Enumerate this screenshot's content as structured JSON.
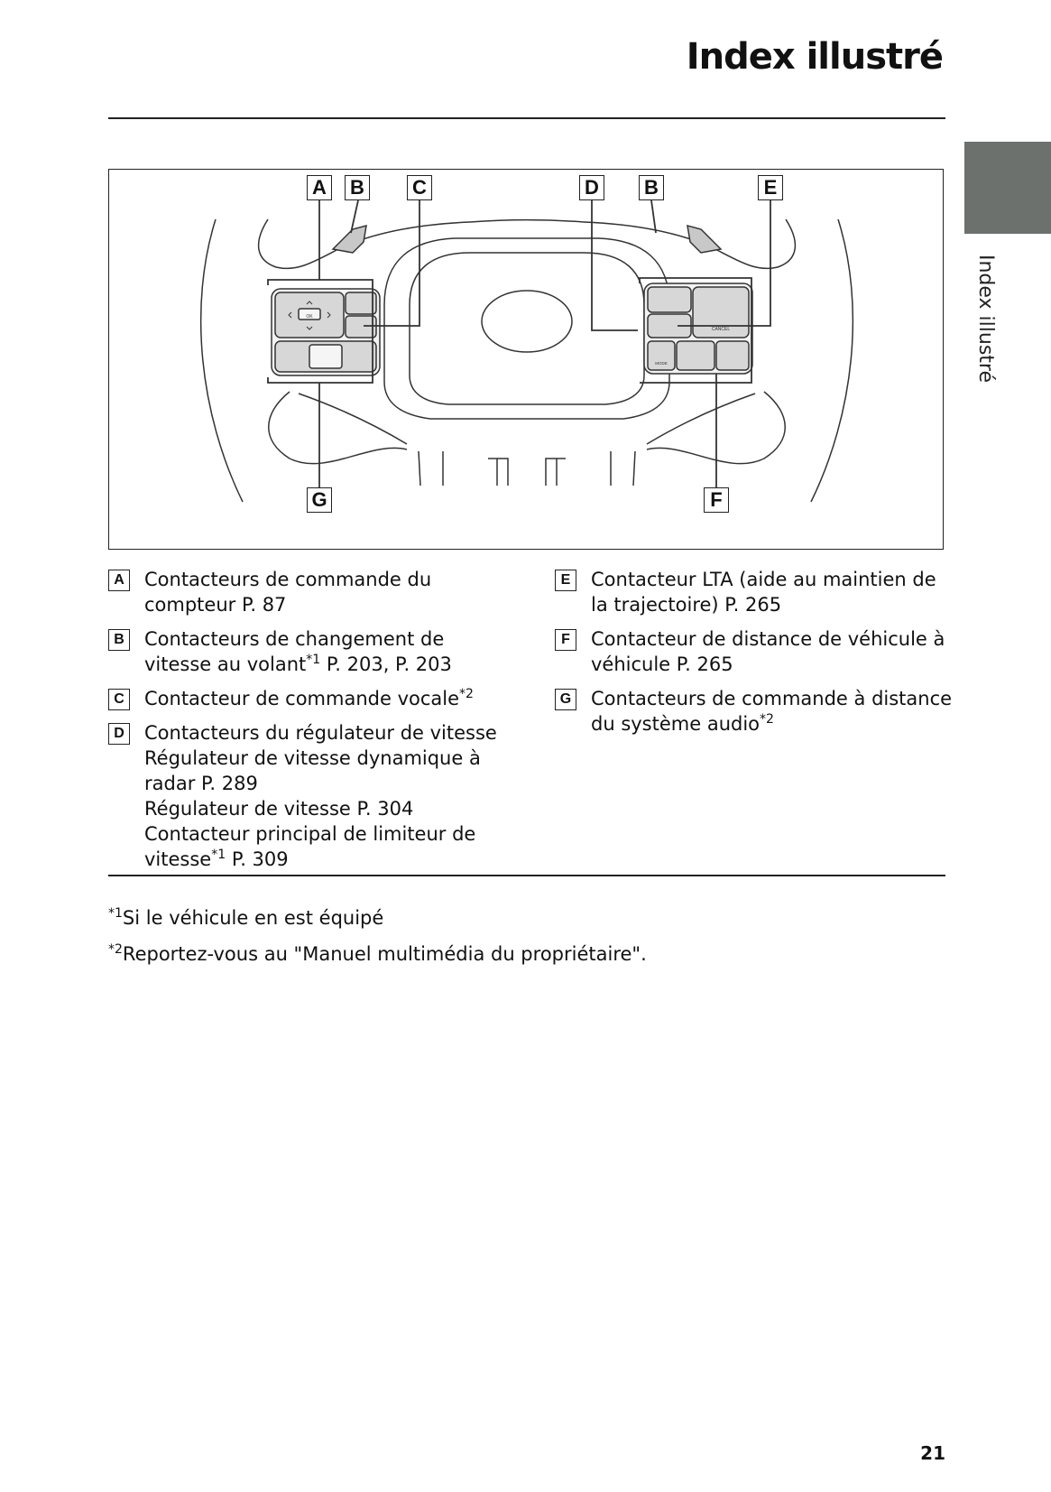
{
  "header": {
    "title": "Index illustré"
  },
  "side_tab": {
    "label": "Index illustré"
  },
  "figure": {
    "callouts": {
      "a": "A",
      "b1": "B",
      "c": "C",
      "d": "D",
      "b2": "B",
      "e": "E",
      "g": "G",
      "f": "F"
    },
    "button_labels": {
      "ok": "OK",
      "cancel": "CANCEL",
      "mode": "MODE"
    },
    "colors": {
      "button_fill": "#d7d7d7",
      "outline": "#333333"
    }
  },
  "legend": {
    "left": [
      {
        "key": "A",
        "lines": [
          "Contacteurs de commande du",
          "compteur P. 87"
        ]
      },
      {
        "key": "B",
        "lines": [
          "Contacteurs de changement de"
        ],
        "line2_pre": "vitesse au volant",
        "line2_sup": "*1",
        "line2_post": " P. 203, P. 203"
      },
      {
        "key": "C",
        "text": "Contacteur de commande vocale",
        "sup": "*2"
      },
      {
        "key": "D",
        "lines": [
          "Contacteurs du régulateur de vitesse",
          "Régulateur de vitesse dynamique à",
          "radar P. 289",
          "Régulateur de vitesse P. 304",
          "Contacteur principal de limiteur de"
        ],
        "last_pre": "vitesse",
        "last_sup": "*1",
        "last_post": " P. 309"
      }
    ],
    "right": [
      {
        "key": "E",
        "lines": [
          "Contacteur LTA (aide au maintien de",
          "la trajectoire) P. 265"
        ]
      },
      {
        "key": "F",
        "lines": [
          "Contacteur de distance de véhicule à",
          "véhicule P. 265"
        ]
      },
      {
        "key": "G",
        "line1": "Contacteurs de commande à distance",
        "line2_pre": "du système audio",
        "line2_sup": "*2"
      }
    ]
  },
  "footnotes": [
    {
      "mark": "*1",
      "text": "Si le véhicule en est équipé"
    },
    {
      "mark": "*2",
      "text": "Reportez-vous au \"Manuel multimédia du propriétaire\"."
    }
  ],
  "page_number": "21"
}
